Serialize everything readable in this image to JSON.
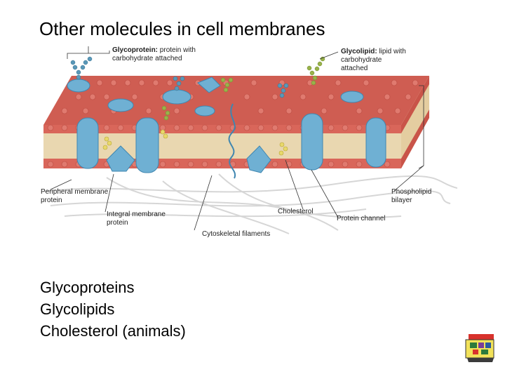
{
  "slide": {
    "title": "Other molecules in cell membranes",
    "bullets": [
      "Glycoproteins",
      "Glycolipids",
      "Cholesterol (animals)"
    ]
  },
  "diagram": {
    "labels": {
      "glycoprotein_term": "Glycoprotein:",
      "glycoprotein_def_1": "protein with",
      "glycoprotein_def_2": "carbohydrate attached",
      "glycolipid_term": "Glycolipid:",
      "glycolipid_def_1": "lipid with",
      "glycolipid_def_2": "carbohydrate",
      "glycolipid_def_3": "attached",
      "peripheral_1": "Peripheral membrane",
      "peripheral_2": "protein",
      "integral_1": "Integral membrane",
      "integral_2": "protein",
      "cholesterol": "Cholesterol",
      "protein_channel": "Protein channel",
      "phospholipid_1": "Phospholipid",
      "phospholipid_2": "bilayer",
      "cytoskeletal": "Cytoskeletal filaments"
    },
    "colors": {
      "head": "#d9665a",
      "head_shade": "#b94a40",
      "tail": "#e9d7b0",
      "protein": "#6fb0d3",
      "protein_dark": "#3f86b0",
      "carb_blue": "#5a98b8",
      "carb_green": "#98b24a",
      "cholesterol": "#e8d86a",
      "filament": "#d8d8d8"
    }
  },
  "nav": {
    "icon": "slide-nav-icon"
  }
}
